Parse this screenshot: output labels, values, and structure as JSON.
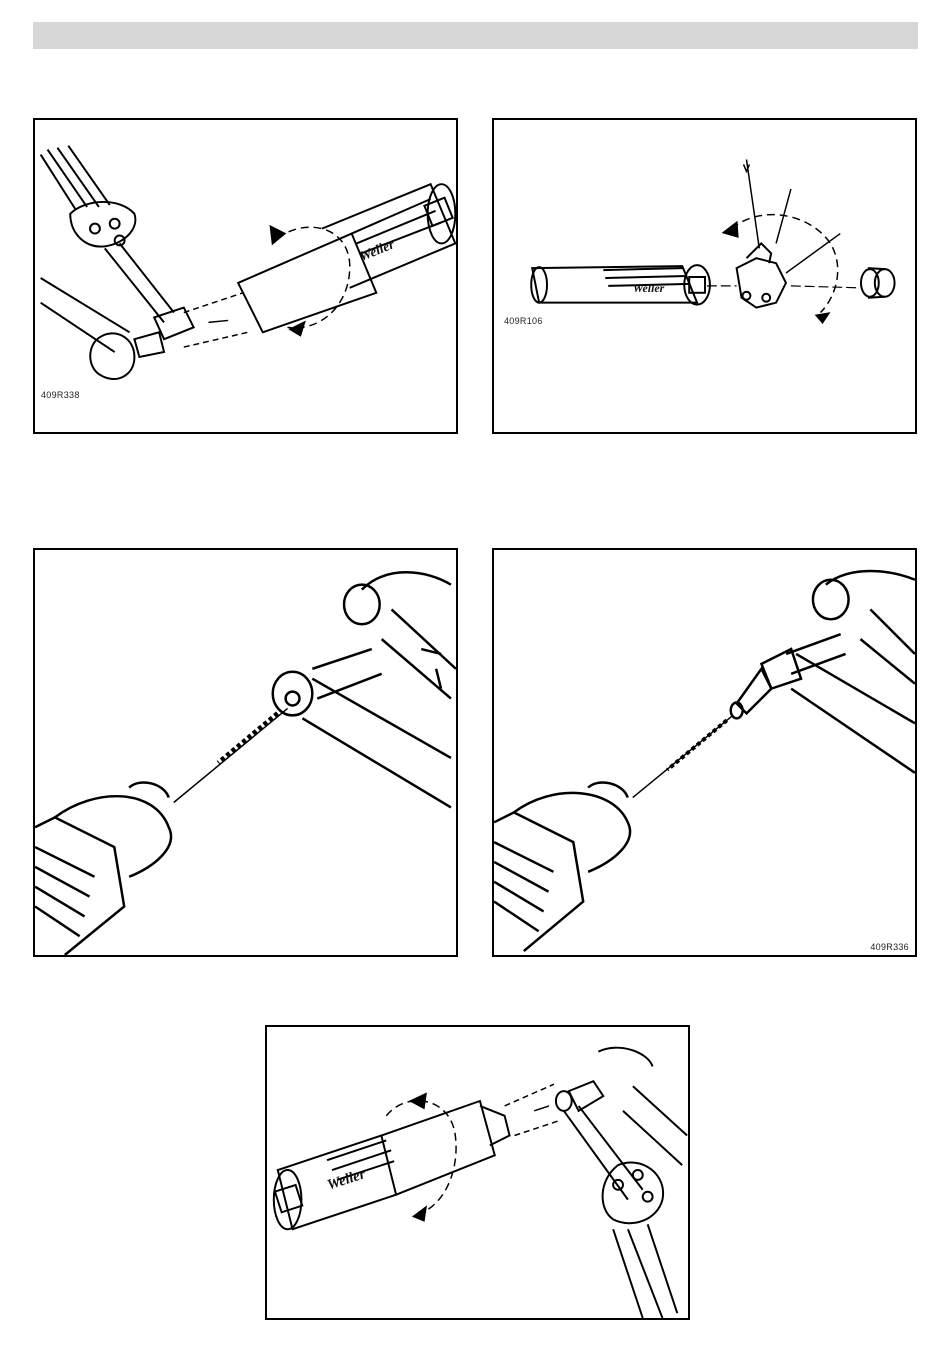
{
  "page": {
    "header_bar": ""
  },
  "figures": [
    {
      "id": "fig-1",
      "code": "409R338",
      "brand": "Weller"
    },
    {
      "id": "fig-2",
      "code": "409R106",
      "brand": "Weller"
    },
    {
      "id": "fig-3",
      "code": ""
    },
    {
      "id": "fig-4",
      "code": "409R336"
    },
    {
      "id": "fig-5",
      "brand": "Weller"
    }
  ],
  "colors": {
    "line": "#000000",
    "header_bar": "#d7d7d7"
  }
}
